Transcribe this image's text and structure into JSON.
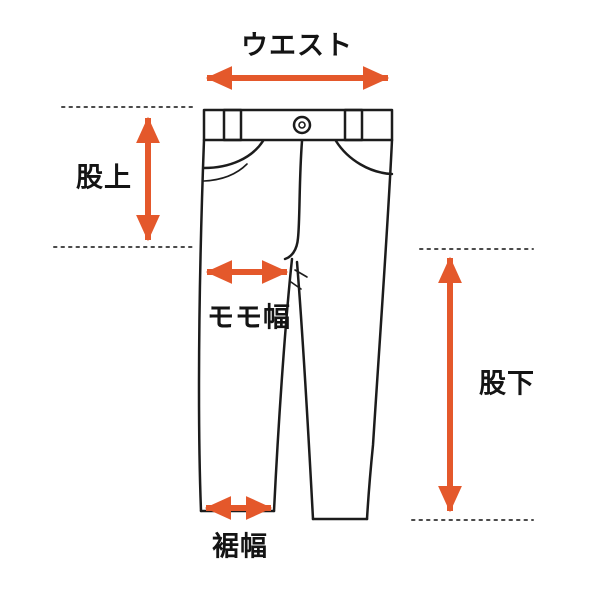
{
  "diagram": {
    "type": "garment-measurement-diagram",
    "garment": "pants",
    "labels": {
      "waist": "ウエスト",
      "rise": "股上",
      "thigh": "モモ幅",
      "inseam": "股下",
      "hem": "裾幅"
    },
    "colors": {
      "arrow": "#E4582B",
      "outline": "#1c1c1c",
      "guide": "#4a4a4a",
      "background": "#ffffff"
    }
  }
}
